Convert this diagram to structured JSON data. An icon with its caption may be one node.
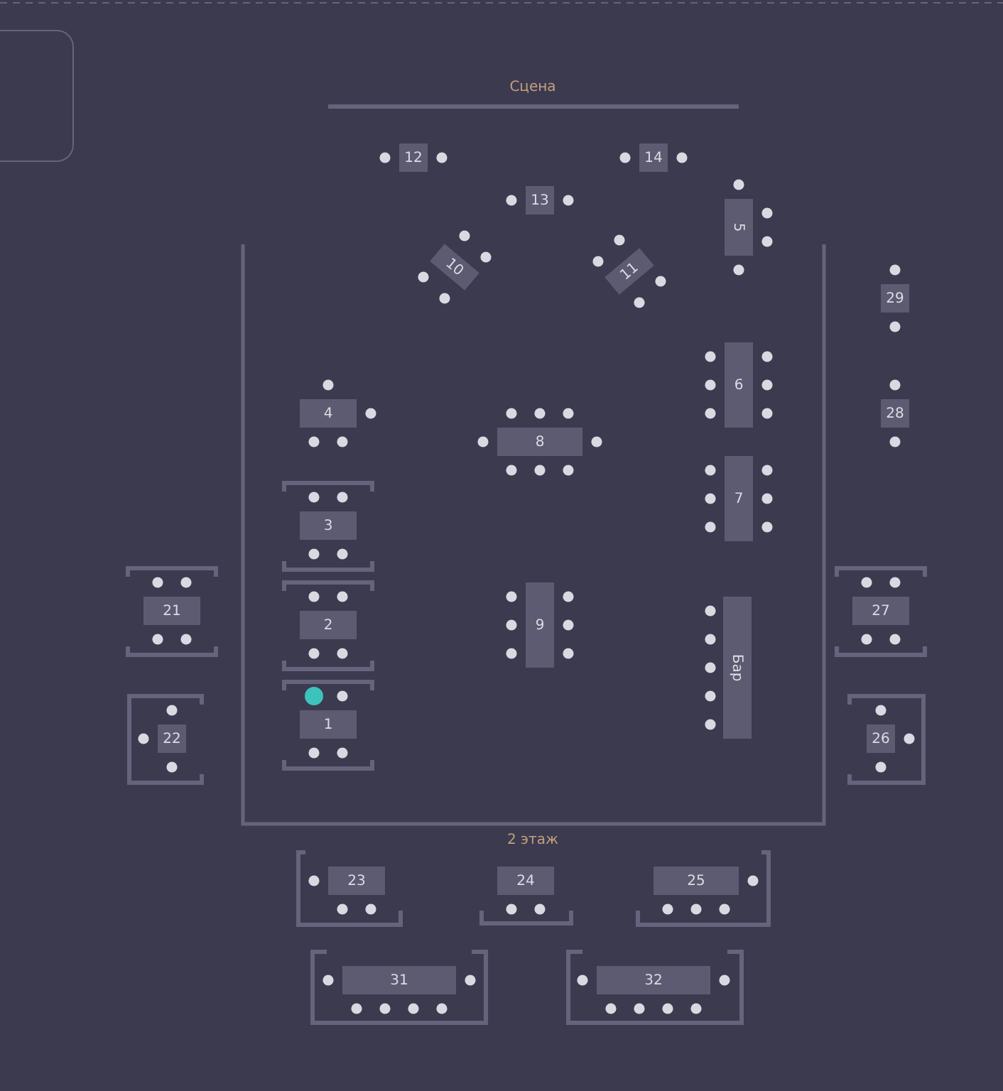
{
  "diagram": {
    "nodes": [
      {
        "text": [],
        "shape": "box"
      },
      {
        "text": [
          "12"
        ]
      },
      {
        "text": [
          "14"
        ]
      },
      {
        "text": [
          "13"
        ]
      },
      {
        "text": [
          "5"
        ]
      },
      {
        "text": [
          "10"
        ]
      },
      {
        "text": [
          "11"
        ]
      },
      {
        "text": [
          "29"
        ]
      },
      {
        "text": [
          "6"
        ]
      },
      {
        "text": [
          "4"
        ]
      },
      {
        "text": [
          "8"
        ]
      },
      {
        "text": [
          "28"
        ]
      },
      {
        "text": [
          "7"
        ]
      },
      {
        "text": [
          "3"
        ]
      },
      {
        "text": [
          "21"
        ]
      },
      {
        "text": [
          "2"
        ]
      },
      {
        "text": [
          "9"
        ]
      },
      {
        "text": [
          "27"
        ]
      },
      {
        "text": [
          "1"
        ]
      },
      {
        "text": [
          "Бар"
        ]
      },
      {
        "text": [
          "22"
        ]
      },
      {
        "text": [
          "26"
        ]
      },
      {
        "text": [
          "23"
        ]
      },
      {
        "text": [
          "24"
        ]
      },
      {
        "text": [
          "25"
        ]
      },
      {
        "text": [
          "31"
        ]
      },
      {
        "text": [
          "32"
        ]
      }
    ],
    "edges": [],
    "labels": [
      "Сцена",
      "2 этаж"
    ]
  }
}
